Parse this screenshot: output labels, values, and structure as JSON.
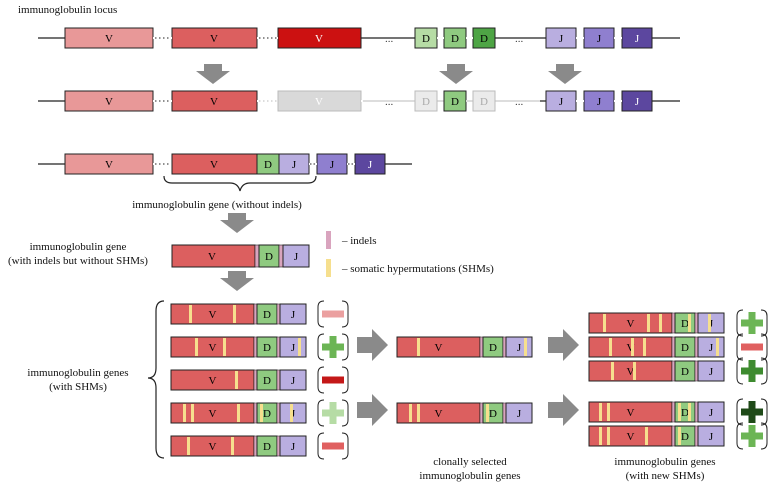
{
  "labels": {
    "locus": "immunoglobulin locus",
    "gene_no_indels": "immunoglobulin gene (without indels)",
    "gene_indels_line1": "immunoglobulin gene",
    "gene_indels_line2": "(with indels but without SHMs)",
    "genes_shm_line1": "immunoglobulin genes",
    "genes_shm_line2": "(with SHMs)",
    "clonal_line1": "clonally selected",
    "clonal_line2": "immunoglobulin genes",
    "new_shm_line1": "immunoglobulin genes",
    "new_shm_line2": "(with new SHMs)",
    "legend_indels": "– indels",
    "legend_shm": "– somatic hypermutations (SHMs)"
  },
  "segment_letters": {
    "v": "V",
    "d": "D",
    "j": "J"
  },
  "ellipsis": "...",
  "colors": {
    "v_light": "#e89898",
    "v_mid": "#dc5f5f",
    "v_dark": "#cc1111",
    "d": "#8fca80",
    "d_dark": "#4ea545",
    "j_light": "#b9aee0",
    "j_mid": "#8f7fcf",
    "j_dark": "#5c479f",
    "faded": "#d9d9d9",
    "indel": "#d9a4be",
    "shm": "#f6df8e",
    "arrow": "#8a8a8a",
    "plus_strong": "#3e8b2f",
    "plus_mid": "#6cb555",
    "plus_light": "#b6dca5",
    "minus_strong": "#c41818",
    "minus_mid": "#e06060",
    "minus_light": "#eba0a0"
  },
  "selection_marks": {
    "round1": [
      "minus-light",
      "plus-mid",
      "minus-strong",
      "plus-light",
      "minus-mid"
    ],
    "round2": [
      "plus-mid",
      "minus-mid",
      "plus-strong",
      "plus-darkest",
      "plus-mid"
    ]
  }
}
